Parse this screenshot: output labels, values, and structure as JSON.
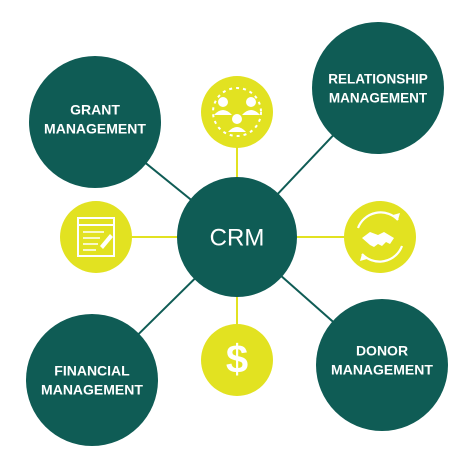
{
  "diagram": {
    "hub": {
      "label": "CRM"
    },
    "outer_nodes": {
      "grant": {
        "line1": "GRANT",
        "line2": "MANAGEMENT"
      },
      "relationship": {
        "line1": "RELATIONSHIP",
        "line2": "MANAGEMENT"
      },
      "financial": {
        "line1": "FINANCIAL",
        "line2": "MANAGEMENT"
      },
      "donor": {
        "line1": "DONOR",
        "line2": "MANAGEMENT"
      }
    },
    "icons": [
      "people-network-icon",
      "document-form-icon",
      "handshake-icon",
      "dollar-sign-icon"
    ],
    "colors": {
      "teal": "#0f5c55",
      "yellow": "#e2e221",
      "connector": "#0f5c55",
      "icon_connector": "#e2e221",
      "icon_fg": "#ffffff"
    }
  }
}
